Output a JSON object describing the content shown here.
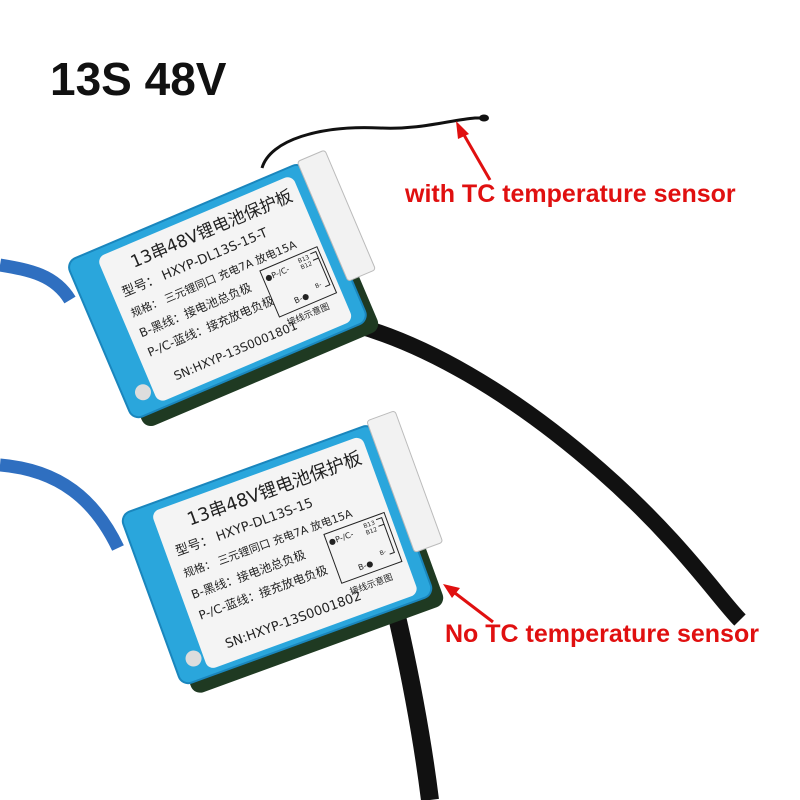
{
  "title": "13S 48V",
  "annotations": {
    "with_tc": "with TC temperature sensor",
    "no_tc": "No TC temperature sensor"
  },
  "colors": {
    "annotation": "#e01010",
    "plate": "#2aa6dc",
    "wire_blue": "#2f6fc0",
    "cable": "#111111"
  },
  "boards": [
    {
      "lines": [
        "13串48V锂电池保护板",
        "型号： HXYP-DL13S-15-T",
        "规格： 三元锂同口  充电7A  放电15A",
        "B-黑线：接电池总负极",
        "P-/C-蓝线：接充放电负极",
        "SN:HXYP-13S0001801"
      ],
      "diagram": {
        "p": "●P-/C-",
        "b": "B-●",
        "caption": "接线示意图",
        "b13": "B13",
        "b12": "B12",
        "bminus": "B-"
      }
    },
    {
      "lines": [
        "13串48V锂电池保护板",
        "型号： HXYP-DL13S-15",
        "规格： 三元锂同口  充电7A  放电15A",
        "B-黑线：接电池总负极",
        "P-/C-蓝线：接充放电负极",
        "SN:HXYP-13S0001802"
      ],
      "diagram": {
        "p": "●P-/C-",
        "b": "B-●",
        "caption": "接线示意图",
        "b13": "B13",
        "b12": "B12",
        "bminus": "B-"
      }
    }
  ]
}
